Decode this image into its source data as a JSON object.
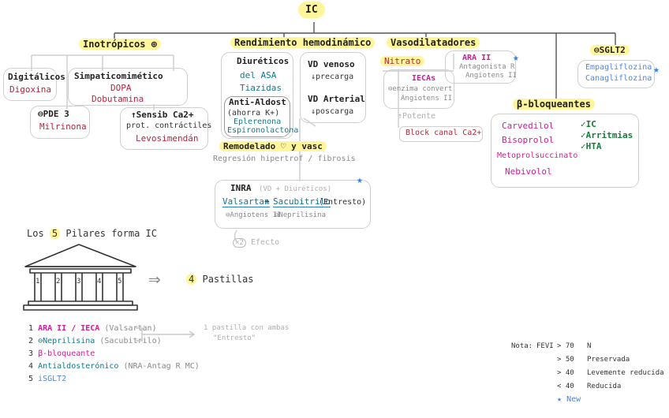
{
  "root": {
    "title": "IC"
  },
  "inotropicos": {
    "title": "Inotrópicos",
    "plus_icon": "circled-plus-icon",
    "digitalicos": {
      "title": "Digitálicos",
      "drug": "Digoxina"
    },
    "simpaticomimetico": {
      "title": "Simpaticomimético",
      "drugs": [
        "DOPA",
        "Dobutamina"
      ]
    },
    "pde3": {
      "title": "⊖PDE 3",
      "drug": "Milrinona"
    },
    "sensib": {
      "title": "↑Sensib Ca2+",
      "sub": "prot. contráctiles",
      "drug": "Levosimendán"
    }
  },
  "rendimiento": {
    "title": "Rendimiento hemodinámico",
    "diureticos": {
      "title": "Diuréticos",
      "items": [
        "del ASA",
        "Tiazidas"
      ]
    },
    "antialdos": {
      "title": "Anti-Aldost",
      "sub": "(ahorra K+)",
      "drugs": [
        "Eplerenona",
        "Espironolactona"
      ]
    },
    "vd_venoso": {
      "title": "VD venoso",
      "effect": "↓precarga"
    },
    "vd_arterial": {
      "title": "VD Arterial",
      "effect": "↓poscarga"
    },
    "remodelado": {
      "title": "Remodelado ♡ y vasc",
      "desc": "Regresión hipertrof / fibrosis"
    },
    "inra": {
      "title": "INRA",
      "note": "(VD + Diuréticos)",
      "drug1": "Valsartan",
      "plus": "+",
      "drug2": "Sacubitrilo",
      "note2": "(Entresto)",
      "sub1": "⊖Angiotens II",
      "sub2": "⊖Neprilisina"
    },
    "efecto": {
      "circle": "×2",
      "label": "Efecto"
    }
  },
  "vasodilatadores": {
    "title": "Vasodilatadores",
    "nitrato": "Nitrato",
    "ieca": {
      "title": "IECAs",
      "desc1": "⊖enzima convert",
      "desc2": "Angiotens II",
      "note": "↑Potente"
    },
    "ara2": {
      "title": "ARA II",
      "desc1": "Antagonista R",
      "desc2": "Angiotens II"
    },
    "bloq_canal": "Block canal Ca2+"
  },
  "sglt2": {
    "title": "⊖SGLT2",
    "drugs": [
      "Empagliflozina",
      "Canagliflozina"
    ]
  },
  "betabloq": {
    "title": "β-bloqueantes",
    "drugs": [
      "Carvedilol",
      "Bisoprolol",
      "Metoprolsuccinato",
      "Nebivolol"
    ],
    "uses": [
      "✓IC",
      "✓Arritmias",
      "✓HTA"
    ]
  },
  "pilares": {
    "title_pre": "Los",
    "title_num": "5",
    "title_post": "Pilares forma IC",
    "columns": [
      "1",
      "2",
      "3",
      "4",
      "5"
    ],
    "arrow": "⇒",
    "result_num": "4",
    "result_label": "Pastillas",
    "items": [
      {
        "num": "1",
        "label": "ARA II / IECA",
        "note": "(Valsartan)"
      },
      {
        "num": "2",
        "label": "⊖Neprilisina",
        "note": "(Sacubitrilo)"
      },
      {
        "num": "3",
        "label": "β-bloqueante",
        "note": ""
      },
      {
        "num": "4",
        "label": "Antialdosterónico",
        "note": "(NRA-Antag R MC)"
      },
      {
        "num": "5",
        "label": "iSGLT2",
        "note": ""
      }
    ],
    "combo_note1": "1 pastilla con ambas",
    "combo_note2": "\"Entresto\""
  },
  "nota": {
    "label": "Nota:",
    "feve": "FEVI",
    "rows": [
      {
        "cond": "> 70",
        "val": "N"
      },
      {
        "cond": "> 50",
        "val": "Preservada"
      },
      {
        "cond": "> 40",
        "val": "Levemente reducida"
      },
      {
        "cond": "< 40",
        "val": "Reducida"
      }
    ],
    "new_label": "New"
  },
  "colors": {
    "highlight": "#fff59a",
    "red": "#b3263d",
    "pink": "#d6189a",
    "teal": "#117a8b",
    "blue": "#4f86e0",
    "green": "#1a7a3a"
  }
}
